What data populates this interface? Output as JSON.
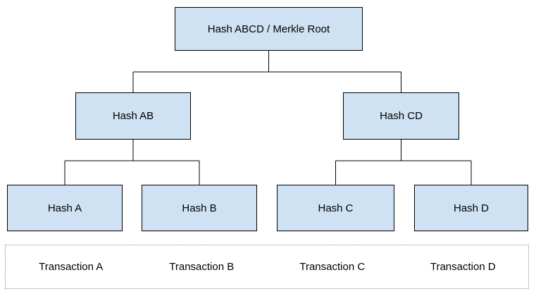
{
  "tree": {
    "root": {
      "label": "Hash ABCD / Merkle Root"
    },
    "level2": [
      {
        "label": "Hash AB"
      },
      {
        "label": "Hash CD"
      }
    ],
    "level3": [
      {
        "label": "Hash A"
      },
      {
        "label": "Hash B"
      },
      {
        "label": "Hash C"
      },
      {
        "label": "Hash D"
      }
    ],
    "transactions": [
      {
        "label": "Transaction A"
      },
      {
        "label": "Transaction B"
      },
      {
        "label": "Transaction C"
      },
      {
        "label": "Transaction D"
      }
    ]
  },
  "colors": {
    "node_fill": "#cfe2f3",
    "node_border": "#000000",
    "connector": "#000000",
    "transaction_border": "#8c8c8c",
    "background": "#ffffff",
    "text": "#000000"
  }
}
